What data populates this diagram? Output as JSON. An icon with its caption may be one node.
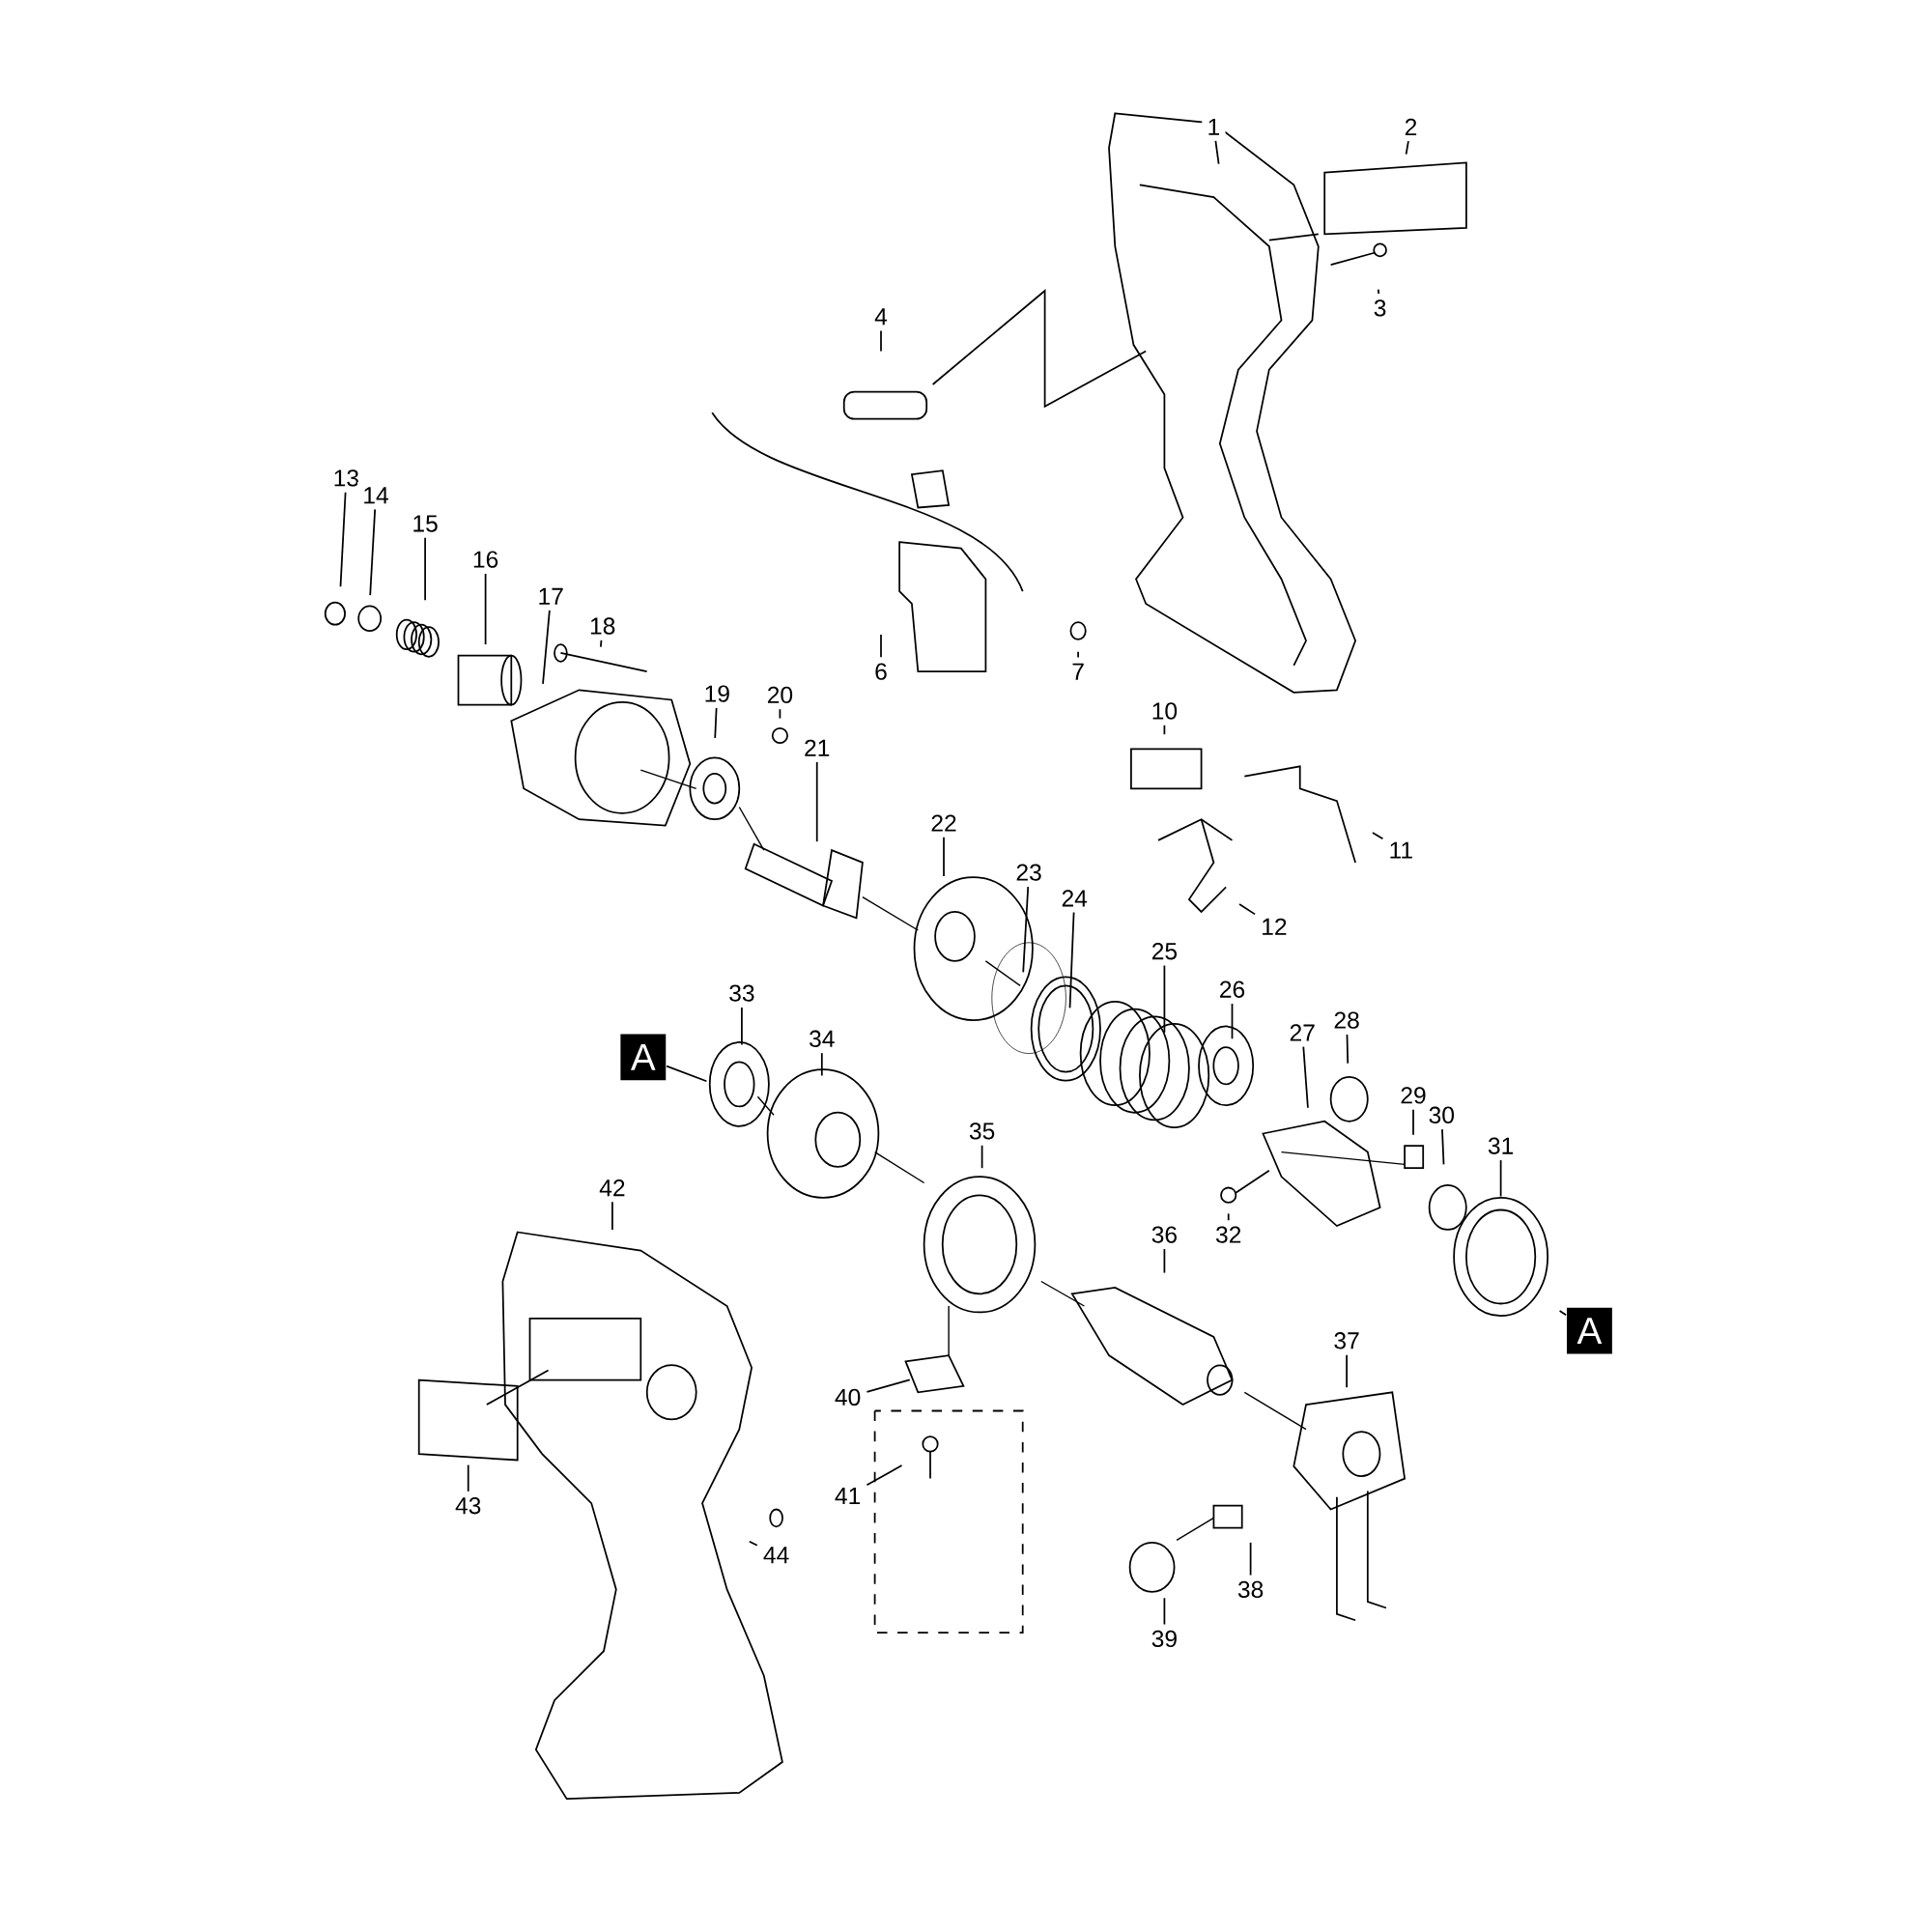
{
  "diagram": {
    "nodes": [
      {
        "text": [
          "1"
        ]
      },
      {
        "text": [
          "2"
        ]
      },
      {
        "text": [
          "3"
        ]
      },
      {
        "text": [
          "4"
        ]
      },
      {
        "text": [
          "6"
        ]
      },
      {
        "text": [
          "7"
        ]
      },
      {
        "text": [
          "10"
        ]
      },
      {
        "text": [
          "11"
        ]
      },
      {
        "text": [
          "12"
        ]
      },
      {
        "text": [
          "13"
        ]
      },
      {
        "text": [
          "14"
        ]
      },
      {
        "text": [
          "15"
        ]
      },
      {
        "text": [
          "16"
        ]
      },
      {
        "text": [
          "17"
        ]
      },
      {
        "text": [
          "18"
        ]
      },
      {
        "text": [
          "19"
        ]
      },
      {
        "text": [
          "20"
        ]
      },
      {
        "text": [
          "21"
        ]
      },
      {
        "text": [
          "22"
        ]
      },
      {
        "text": [
          "23"
        ]
      },
      {
        "text": [
          "24"
        ]
      },
      {
        "text": [
          "25"
        ]
      },
      {
        "text": [
          "26"
        ]
      },
      {
        "text": [
          "27"
        ]
      },
      {
        "text": [
          "28"
        ]
      },
      {
        "text": [
          "29"
        ]
      },
      {
        "text": [
          "30"
        ]
      },
      {
        "text": [
          "31"
        ]
      },
      {
        "text": [
          "32"
        ]
      },
      {
        "text": [
          "33"
        ]
      },
      {
        "text": [
          "34"
        ]
      },
      {
        "text": [
          "35"
        ]
      },
      {
        "text": [
          "36"
        ]
      },
      {
        "text": [
          "37"
        ]
      },
      {
        "text": [
          "38"
        ]
      },
      {
        "text": [
          "39"
        ]
      },
      {
        "text": [
          "40"
        ]
      },
      {
        "text": [
          "41"
        ]
      },
      {
        "text": [
          "42"
        ]
      },
      {
        "text": [
          "43"
        ]
      },
      {
        "text": [
          "44"
        ]
      },
      {
        "text": [
          "A"
        ]
      },
      {
        "text": [
          "A"
        ]
      }
    ],
    "edges": [
      {
        "from": 0,
        "to": null,
        "arrow": "none"
      },
      {
        "from": 1,
        "to": null,
        "arrow": "none"
      },
      {
        "from": 2,
        "to": null,
        "arrow": "none"
      },
      {
        "from": 3,
        "to": null,
        "arrow": "none"
      },
      {
        "from": 4,
        "to": null,
        "arrow": "none"
      },
      {
        "from": 5,
        "to": null,
        "arrow": "none"
      },
      {
        "from": 6,
        "to": null,
        "arrow": "none"
      },
      {
        "from": 7,
        "to": null,
        "arrow": "none"
      },
      {
        "from": 8,
        "to": null,
        "arrow": "none"
      },
      {
        "from": 9,
        "to": null,
        "arrow": "none"
      },
      {
        "from": 10,
        "to": null,
        "arrow": "none"
      },
      {
        "from": 11,
        "to": null,
        "arrow": "none"
      },
      {
        "from": 12,
        "to": null,
        "arrow": "none"
      },
      {
        "from": 13,
        "to": null,
        "arrow": "none"
      },
      {
        "from": 14,
        "to": null,
        "arrow": "none"
      },
      {
        "from": 15,
        "to": null,
        "arrow": "none"
      },
      {
        "from": 16,
        "to": null,
        "arrow": "none"
      },
      {
        "from": 17,
        "to": null,
        "arrow": "none"
      },
      {
        "from": 18,
        "to": null,
        "arrow": "none"
      },
      {
        "from": 19,
        "to": null,
        "arrow": "none"
      },
      {
        "from": 20,
        "to": null,
        "arrow": "none"
      },
      {
        "from": 21,
        "to": null,
        "arrow": "none"
      },
      {
        "from": 22,
        "to": null,
        "arrow": "none"
      },
      {
        "from": 23,
        "to": null,
        "arrow": "none"
      },
      {
        "from": 24,
        "to": null,
        "arrow": "none"
      },
      {
        "from": 25,
        "to": null,
        "arrow": "none"
      },
      {
        "from": 26,
        "to": null,
        "arrow": "none"
      },
      {
        "from": 27,
        "to": null,
        "arrow": "none"
      },
      {
        "from": 28,
        "to": null,
        "arrow": "none"
      },
      {
        "from": 29,
        "to": null,
        "arrow": "none"
      },
      {
        "from": 30,
        "to": null,
        "arrow": "none"
      },
      {
        "from": 31,
        "to": null,
        "arrow": "none"
      },
      {
        "from": 32,
        "to": null,
        "arrow": "none"
      },
      {
        "from": 33,
        "to": null,
        "arrow": "none"
      },
      {
        "from": 34,
        "to": null,
        "arrow": "none"
      },
      {
        "from": 35,
        "to": null,
        "arrow": "none"
      },
      {
        "from": 36,
        "to": null,
        "arrow": "none"
      },
      {
        "from": 37,
        "to": null,
        "arrow": "none"
      },
      {
        "from": 38,
        "to": null,
        "arrow": "none"
      },
      {
        "from": 39,
        "to": null,
        "arrow": "none"
      },
      {
        "from": 40,
        "to": null,
        "arrow": "none"
      },
      {
        "from": 41,
        "to": null,
        "arrow": "none"
      },
      {
        "from": 42,
        "to": null,
        "arrow": "none"
      }
    ]
  }
}
